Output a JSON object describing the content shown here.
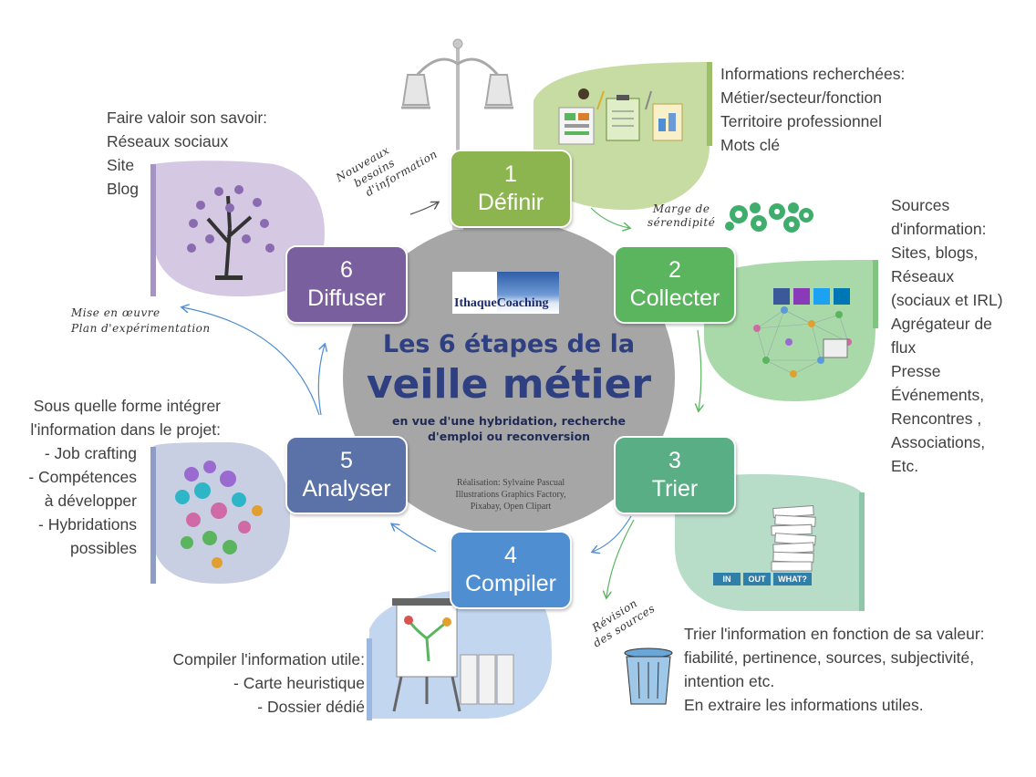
{
  "colors": {
    "step1": "#8db54f",
    "step2": "#5ab55e",
    "step3": "#5aae86",
    "step4": "#4f8ed1",
    "step5": "#5a72a8",
    "step6": "#7a5f9e",
    "center": "#a6a6a6",
    "title": "#2e3f82"
  },
  "center": {
    "line1": "Les 6 étapes de la",
    "line2": "veille métier",
    "sub1": "en vue d'une hybridation, recherche",
    "sub2": "d'emploi ou reconversion",
    "credit1": "Réalisation: Sylvaine Pascual",
    "credit2": "Illustrations Graphics Factory,",
    "credit3": "Pixabay, Open Clipart",
    "logo_left": "Ithaque",
    "logo_right": "Coaching"
  },
  "steps": [
    {
      "num": "1",
      "label": "Définir"
    },
    {
      "num": "2",
      "label": "Collecter"
    },
    {
      "num": "3",
      "label": "Trier"
    },
    {
      "num": "4",
      "label": "Compiler"
    },
    {
      "num": "5",
      "label": "Analyser"
    },
    {
      "num": "6",
      "label": "Diffuser"
    }
  ],
  "notes": {
    "definir": [
      "Informations recherchées:",
      "Métier/secteur/fonction",
      "Territoire professionnel",
      "Mots clé"
    ],
    "collecter": [
      "Sources",
      "d'information:",
      "Sites, blogs,",
      "Réseaux",
      "(sociaux et IRL)",
      "Agrégateur de",
      "flux",
      "Presse",
      "Événements,",
      "Rencontres ,",
      "Associations,",
      "Etc."
    ],
    "trier": [
      "Trier  l'information en fonction de sa valeur:",
      "fiabilité, pertinence, sources, subjectivité,",
      "intention etc.",
      "En extraire les informations utiles."
    ],
    "compiler": [
      "Compiler l'information utile:",
      "- Carte heuristique",
      "- Dossier dédié"
    ],
    "analyser": [
      "Sous quelle forme intégrer",
      "l'information  dans le projet:",
      "- Job crafting",
      "- Compétences",
      "à développer",
      "- Hybridations",
      "possibles"
    ],
    "diffuser": [
      "Faire valoir son savoir:",
      "Réseaux sociaux",
      "Site",
      "Blog"
    ]
  },
  "handwritten": {
    "nouveaux": [
      "Nouveaux",
      "besoins",
      "d'information"
    ],
    "marge": [
      "Marge de",
      "sérendipité"
    ],
    "revision": [
      "Révision",
      "des sources"
    ],
    "mise": [
      "Mise en œuvre",
      "Plan d'expérimentation"
    ]
  },
  "icons": {
    "tray_in": "IN",
    "tray_out": "OUT",
    "tray_what": "WHAT?"
  }
}
